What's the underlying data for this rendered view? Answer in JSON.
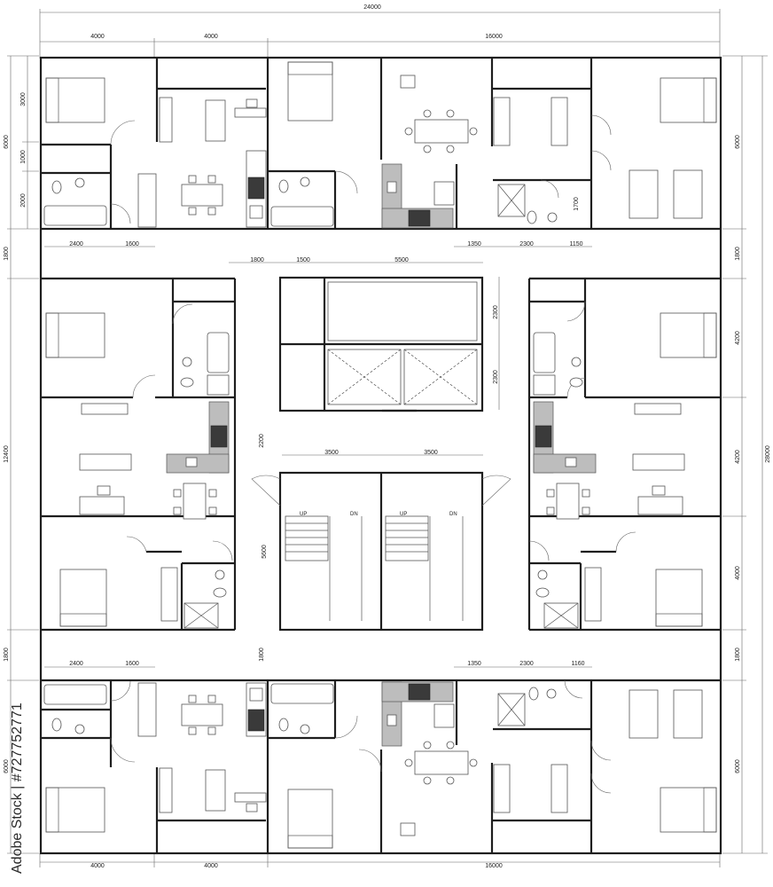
{
  "dimensions": {
    "top_overall": "24000",
    "top_left_a": "4000",
    "top_left_b": "4000",
    "top_right": "16000",
    "right_overall": "28000",
    "right_top": "6000",
    "right_corr1": "1800",
    "right_mid1": "4200",
    "right_mid2": "4200",
    "right_mid3": "4000",
    "right_corr2": "1800",
    "right_bottom": "6000",
    "left_top_a": "3000",
    "left_top_b": "1000",
    "left_top_c": "2000",
    "left_top_total": "6000",
    "left_corr1": "1800",
    "left_mid": "12400",
    "left_corr2": "1800",
    "left_bottom": "6000",
    "upper_row_2400": "2400",
    "upper_row_1600": "1600",
    "upper_row_1350": "1350",
    "upper_row_2300": "2300",
    "upper_row_1150": "1150",
    "upper_row_1700": "1700",
    "core_1800": "1800",
    "core_1500": "1500",
    "core_5500": "5500",
    "core_2300a": "2300",
    "core_2300b": "2300",
    "core_2200": "2200",
    "stair_3500a": "3500",
    "stair_3500b": "3500",
    "stair_5600": "5600",
    "lower_row_2400": "2400",
    "lower_row_1600": "1600",
    "lower_row_1800": "1800",
    "lower_row_1350": "1350",
    "lower_row_2300": "2300",
    "lower_row_1160": "1160",
    "bottom_left_a": "4000",
    "bottom_left_b": "4000",
    "bottom_right": "16000"
  },
  "stairs": {
    "up_left": "UP",
    "dn_left": "DN",
    "up_right": "UP",
    "dn_right": "DN"
  },
  "watermark": {
    "stock_id": "Adobe Stock | #727752771"
  }
}
